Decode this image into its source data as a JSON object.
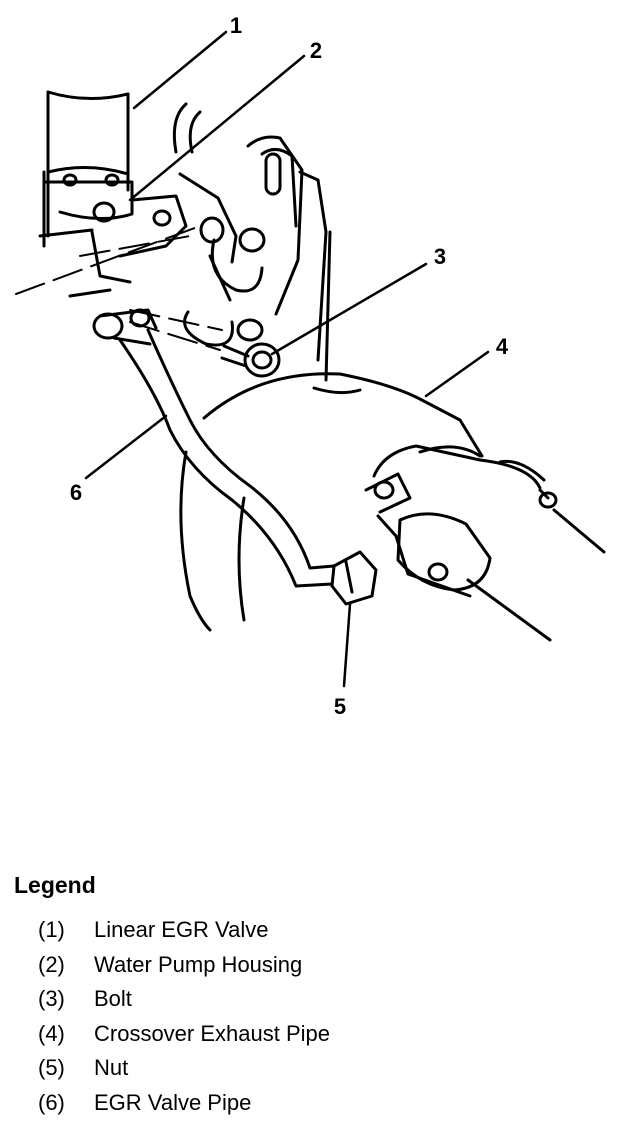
{
  "callouts": [
    "1",
    "2",
    "3",
    "4",
    "5",
    "6"
  ],
  "legend": {
    "title": "Legend",
    "items": [
      {
        "num": "(1)",
        "label": "Linear EGR Valve"
      },
      {
        "num": "(2)",
        "label": "Water Pump Housing"
      },
      {
        "num": "(3)",
        "label": "Bolt"
      },
      {
        "num": "(4)",
        "label": "Crossover Exhaust Pipe"
      },
      {
        "num": "(5)",
        "label": "Nut"
      },
      {
        "num": "(6)",
        "label": "EGR Valve Pipe"
      }
    ]
  }
}
